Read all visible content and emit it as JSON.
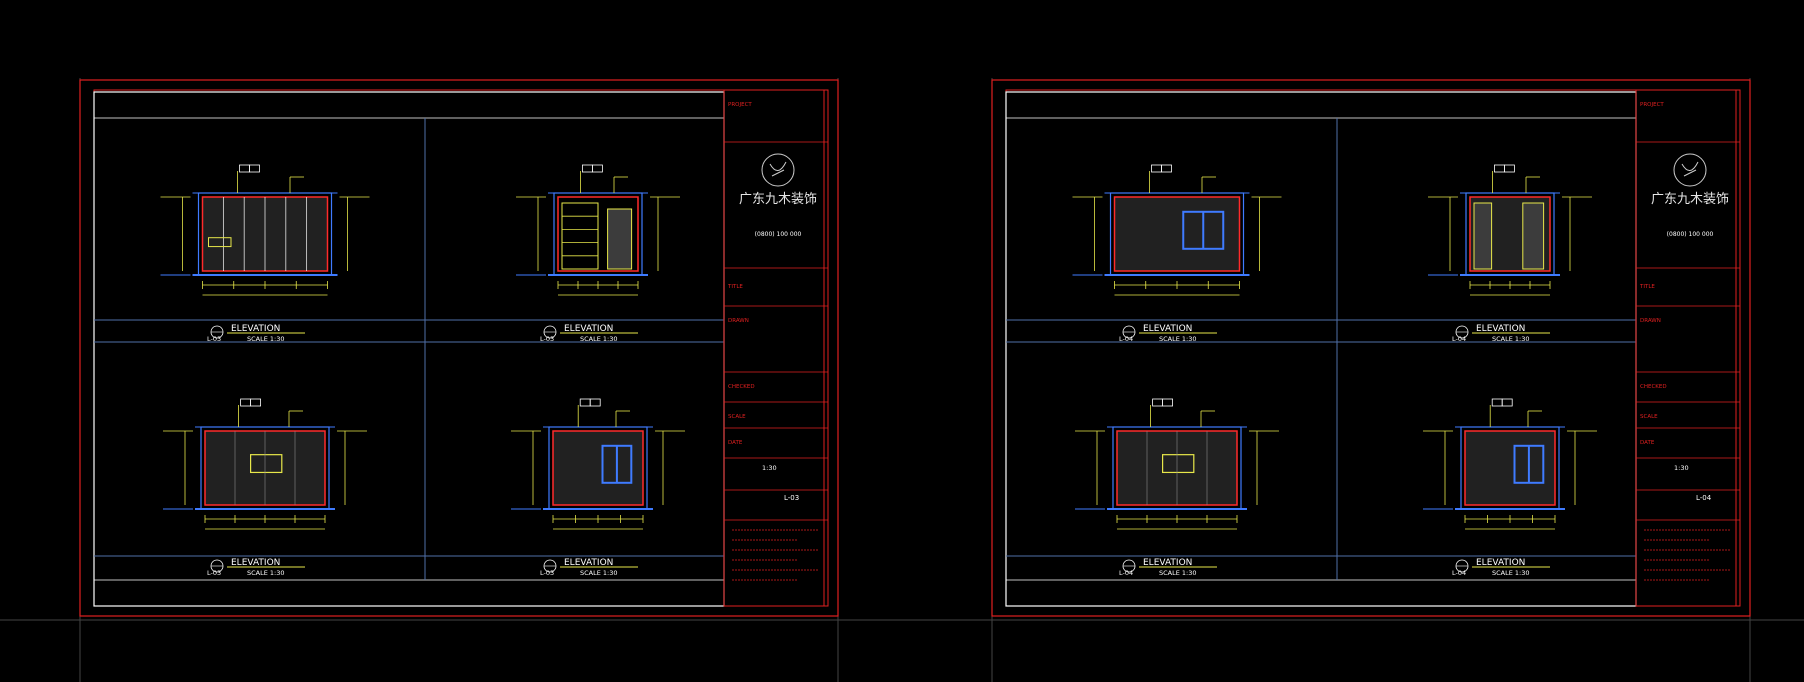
{
  "colors": {
    "background": "#000000",
    "frame_red": "#e02020",
    "border_white": "#ffffff",
    "divider_blue": "#4f6fa8",
    "dim_yellow": "#e8e84a",
    "wall_red": "#ff2a2a",
    "window_blue": "#3f7bff",
    "fill_gray": "#3c3c3c"
  },
  "sheets": [
    {
      "id": "sheet-1",
      "elevations": [
        {
          "label": "ELEVATION",
          "ref": "L-03",
          "scale": "SCALE 1:30"
        },
        {
          "label": "ELEVATION",
          "ref": "L-03",
          "scale": "SCALE 1:30"
        },
        {
          "label": "ELEVATION",
          "ref": "L-03",
          "scale": "SCALE 1:30"
        },
        {
          "label": "ELEVATION",
          "ref": "L-03",
          "scale": "SCALE 1:30"
        }
      ],
      "title_block": {
        "logo_text": "广东九木装饰",
        "phone": "(0800) 100 000",
        "sheet_no": "L-03",
        "scale": "1:30",
        "notes": [
          "PROJECT",
          "TITLE",
          "DRAWN",
          "CHECKED",
          "SCALE",
          "DATE"
        ]
      }
    },
    {
      "id": "sheet-2",
      "elevations": [
        {
          "label": "ELEVATION",
          "ref": "L-04",
          "scale": "SCALE 1:30"
        },
        {
          "label": "ELEVATION",
          "ref": "L-04",
          "scale": "SCALE 1:30"
        },
        {
          "label": "ELEVATION",
          "ref": "L-04",
          "scale": "SCALE 1:30"
        },
        {
          "label": "ELEVATION",
          "ref": "L-04",
          "scale": "SCALE 1:30"
        }
      ],
      "title_block": {
        "logo_text": "广东九木装饰",
        "phone": "(0800) 100 000",
        "sheet_no": "L-04",
        "scale": "1:30",
        "notes": [
          "PROJECT",
          "TITLE",
          "DRAWN",
          "CHECKED",
          "SCALE",
          "DATE"
        ]
      }
    }
  ]
}
